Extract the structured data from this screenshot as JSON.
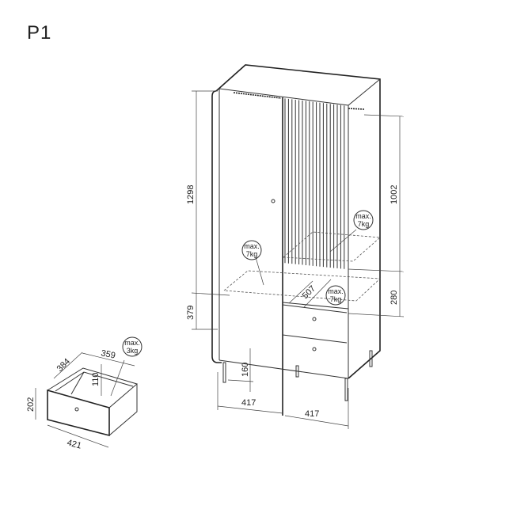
{
  "title": "P1",
  "wardrobe": {
    "dims": {
      "total_height_upper": "1298",
      "lower_height": "379",
      "slat_section_height": "1002",
      "shelf_gap": "280",
      "leg_height": "160",
      "left_width": "417",
      "right_width": "417",
      "shelf_depth": "507"
    },
    "load_labels": [
      {
        "line1": "max.",
        "line2": "7kg"
      },
      {
        "line1": "max.",
        "line2": "7kg"
      },
      {
        "line1": "max.",
        "line2": "7kg"
      }
    ]
  },
  "drawer": {
    "dims": {
      "height": "202",
      "inner_height": "110",
      "depth": "384",
      "inner_width": "359",
      "width": "421"
    },
    "load_label": {
      "line1": "max.",
      "line2": "3kg"
    }
  }
}
